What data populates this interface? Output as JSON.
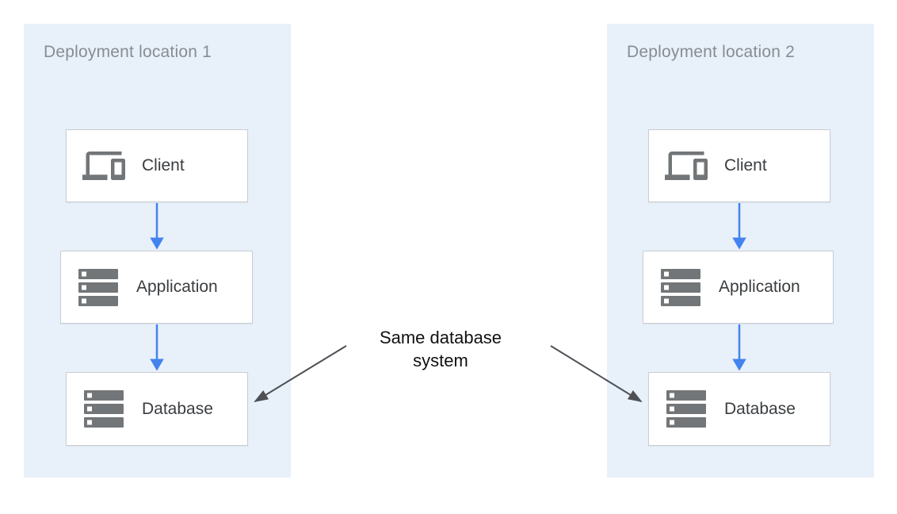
{
  "diagram": {
    "panels": [
      {
        "title": "Deployment location 1",
        "nodes": [
          {
            "label": "Client",
            "icon": "devices-icon"
          },
          {
            "label": "Application",
            "icon": "server-stack-icon"
          },
          {
            "label": "Database",
            "icon": "server-stack-icon"
          }
        ]
      },
      {
        "title": "Deployment location 2",
        "nodes": [
          {
            "label": "Client",
            "icon": "devices-icon"
          },
          {
            "label": "Application",
            "icon": "server-stack-icon"
          },
          {
            "label": "Database",
            "icon": "server-stack-icon"
          }
        ]
      }
    ],
    "annotation": {
      "label": "Same database system"
    },
    "colors": {
      "panel_background": "#e8f0f9",
      "node_background": "#ffffff",
      "node_border": "#c9ced3",
      "panel_title_text": "#878d93",
      "node_label_text": "#3a3d40",
      "annotation_text": "#111111",
      "flow_arrow": "#4283f0",
      "annotation_arrow": "#4d5156",
      "icon_gray": "#737678"
    }
  }
}
